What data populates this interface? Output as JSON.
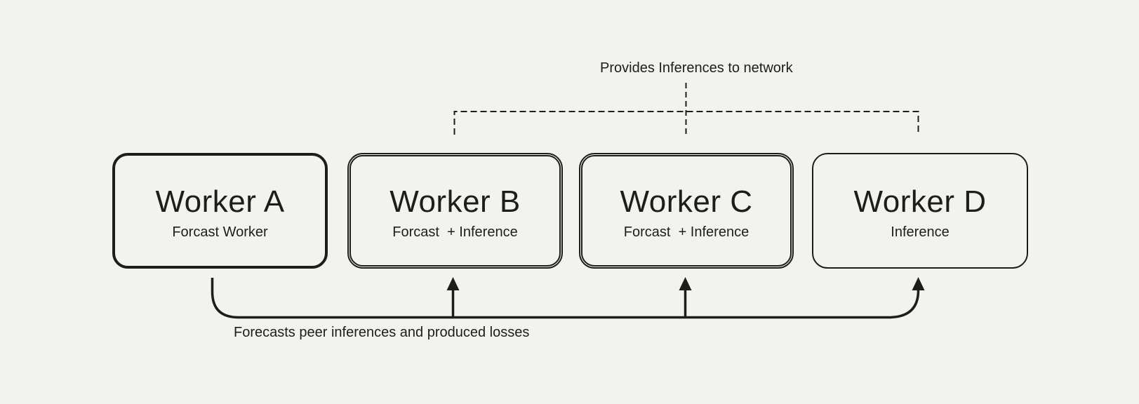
{
  "colors": {
    "background": "#f2f2f0",
    "line": "#1d1d1b",
    "text": "#1d1d1b"
  },
  "labels": {
    "top": "Provides Inferences to network",
    "bottom": "Forecasts peer inferences and produced losses"
  },
  "workers": [
    {
      "id": "A",
      "title": "Worker A",
      "subtitle": "Forcast Worker"
    },
    {
      "id": "B",
      "title": "Worker B",
      "subtitle": "Forcast  + Inference"
    },
    {
      "id": "C",
      "title": "Worker C",
      "subtitle": "Forcast  + Inference"
    },
    {
      "id": "D",
      "title": "Worker D",
      "subtitle": "Inference"
    }
  ]
}
